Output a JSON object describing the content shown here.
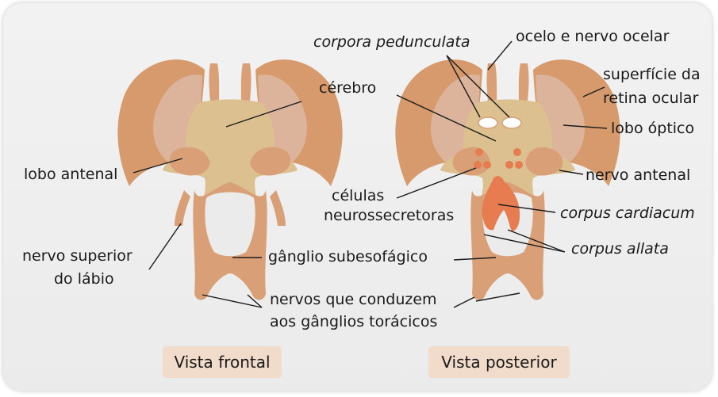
{
  "labels": {
    "corpora": "corpora pedunculata",
    "ocelo": "ocelo e nervo ocelar",
    "superficie_1": "superfície da",
    "superficie_2": "retina ocular",
    "cerebro": "cérebro",
    "lobo_optico": "lobo óptico",
    "lobo_antenal": "lobo antenal",
    "nervo_antenal": "nervo antenal",
    "celulas_1": "células",
    "celulas_2": "neurossecretoras",
    "corpus_cardiacum": "corpus cardiacum",
    "nervo_sup_1": "nervo superior",
    "nervo_sup_2": "do lábio",
    "ganglio": "gânglio subesofágico",
    "corpus_allata": "corpus allata",
    "nervos_1": "nervos que conduzem",
    "nervos_2": "aos gânglios torácicos"
  },
  "views": {
    "frontal": "Vista frontal",
    "posterior": "Vista posterior"
  },
  "colors": {
    "lobe_outer": "#d69a6c",
    "lobe_inner": "#dcb49b",
    "brain": "#dcc08f",
    "ganglion": "#d9a078",
    "glands": "#e67c50",
    "tag_bg": "#f1dccb"
  }
}
